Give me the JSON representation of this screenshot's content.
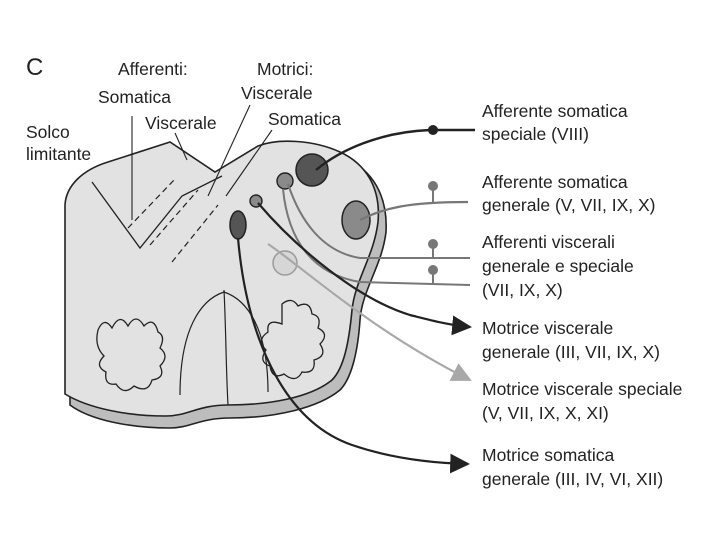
{
  "panel_letter": "C",
  "top_labels": {
    "afferenti": "Afferenti:",
    "somatica_left": "Somatica",
    "viscerale_left": "Viscerale",
    "motrici": "Motrici:",
    "viscerale_right": "Viscerale",
    "somatica_right": "Somatica",
    "solco_line1": "Solco",
    "solco_line2": "limitante"
  },
  "right_labels": [
    {
      "line1": "Afferente somatica",
      "line2": "speciale (VIII)"
    },
    {
      "line1": "Afferente somatica",
      "line2": "generale (V, VII, IX, X)"
    },
    {
      "line1": "Afferenti viscerali",
      "line2": "generale e speciale",
      "line3": "(VII, IX, X)"
    },
    {
      "line1": "Motrice viscerale",
      "line2": "generale (III, VII, IX, X)"
    },
    {
      "line1": "Motrice viscerale speciale",
      "line2": "(V, VII, IX, X, XI)"
    },
    {
      "line1": "Motrice somatica",
      "line2": "generale (III, IV, VI, XII)"
    }
  ],
  "colors": {
    "ink": "#222222",
    "section_fill": "#e2e2e2",
    "section_shadow": "#bdbdbd",
    "nucleus_dark": "#555555",
    "nucleus_mid": "#8a8a8a",
    "nucleus_light": "#c8c8c8",
    "fiber_gray": "#777777",
    "fiber_light": "#a8a8a8"
  }
}
